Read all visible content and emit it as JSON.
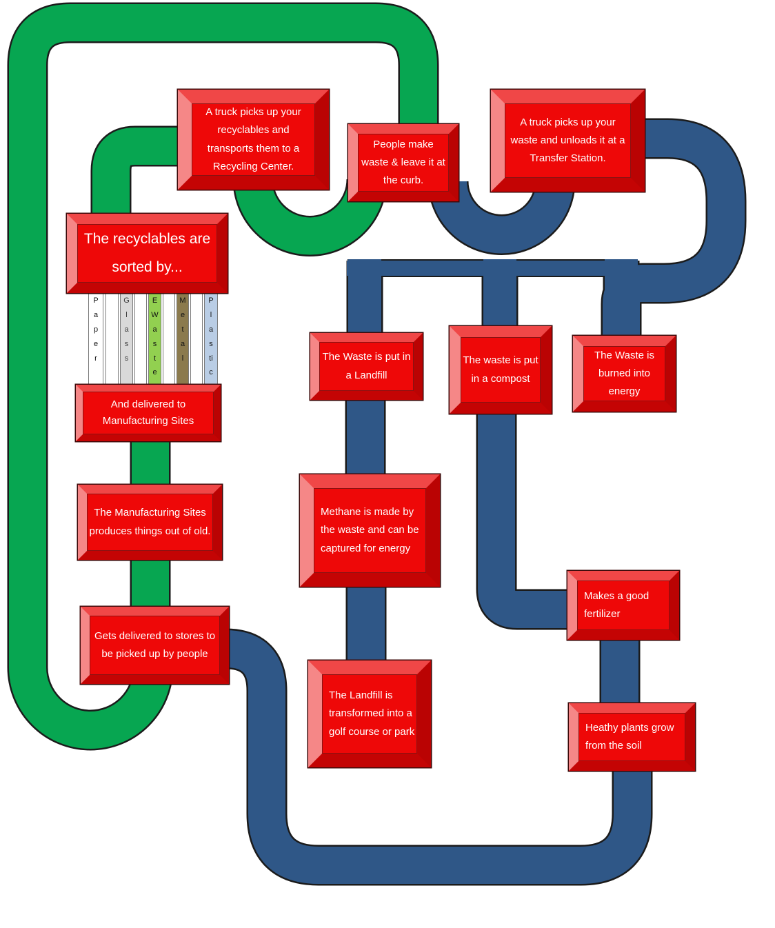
{
  "title": "Recycling and waste disposal flowchart",
  "colors": {
    "recycle_path": "#07a651",
    "waste_path": "#2f5787",
    "box_face": "#ee0808",
    "box_bevel_light": "#f58787",
    "box_bevel_dark": "#ba0303"
  },
  "nodes": {
    "truck_recyclables": {
      "text": "A truck picks up your recyclables and transports them to a Recycling Center."
    },
    "people_waste": {
      "text": "People make waste & leave it at the curb."
    },
    "truck_waste": {
      "text": "A truck picks up your waste and unloads it at a Transfer Station."
    },
    "sorted": {
      "text": "The recyclables are sorted by..."
    },
    "delivered": {
      "text": "And delivered to Manufacturing Sites"
    },
    "manufacturing": {
      "text": "The Manufacturing Sites produces things out of old."
    },
    "stores": {
      "text": "Gets delivered to stores to be picked up by people"
    },
    "landfill": {
      "text": "The Waste is put in a Landfill"
    },
    "compost": {
      "text": "The waste is put in a compost"
    },
    "burned": {
      "text": "The Waste is burned into energy"
    },
    "methane": {
      "text": "Methane is made by the waste and can be captured for energy"
    },
    "fertilizer": {
      "text": "Makes a good fertilizer"
    },
    "golf": {
      "text": "The Landfill is transformed into a golf course or park"
    },
    "plants": {
      "text": "Heathy plants grow from the soil"
    }
  },
  "sort_columns": [
    {
      "label": "Paper",
      "letters": [
        "P",
        "a",
        "p",
        "e",
        "r"
      ],
      "color": "#ffffff"
    },
    {
      "label": "Glass",
      "letters": [
        "G",
        "l",
        "a",
        "s",
        "s"
      ],
      "color": "#d9d9d9"
    },
    {
      "label": "EWaste",
      "letters": [
        "E",
        "W",
        "a",
        "s",
        "t",
        "e"
      ],
      "color": "#92d050"
    },
    {
      "label": "Metal",
      "letters": [
        "M",
        "e",
        "t",
        "a",
        "l"
      ],
      "color": "#8b7a4d"
    },
    {
      "label": "Plastic",
      "letters": [
        "P",
        "l",
        "a",
        "s",
        "ti",
        "c"
      ],
      "color": "#b9cde5"
    }
  ]
}
